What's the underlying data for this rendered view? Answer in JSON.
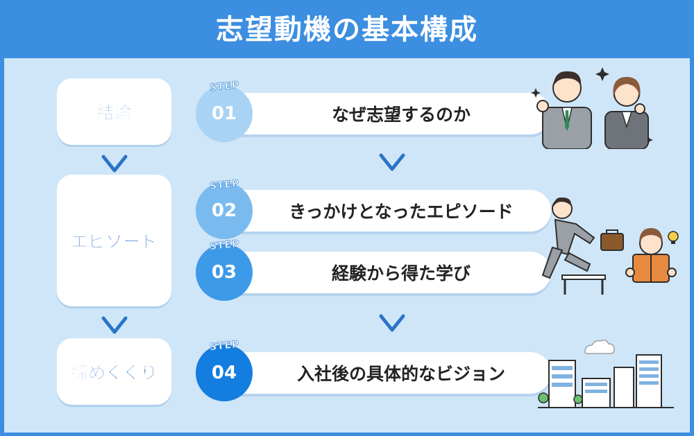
{
  "title": "志望動機の基本構成",
  "labels": {
    "conclusion": "結論",
    "episode": "エピソード",
    "closing": "締めくくり"
  },
  "steps": [
    {
      "tag": "STEP",
      "number": "01",
      "text": "なぜ志望するのか",
      "color": "#a8d3f5"
    },
    {
      "tag": "STEP",
      "number": "02",
      "text": "きっかけとなったエピソード",
      "color": "#79bbef"
    },
    {
      "tag": "STEP",
      "number": "03",
      "text": "経験から得た学び",
      "color": "#3d9ae8"
    },
    {
      "tag": "STEP",
      "number": "04",
      "text": "入社後の具体的なビジョン",
      "color": "#137de0"
    }
  ],
  "colors": {
    "background": "#3b8ee0",
    "panel": "#cfe6f8",
    "arrow": "#2a74c9",
    "label_text": "#2a74c9",
    "highlight": "#f3b8c4"
  },
  "icons": [
    "arrow-down-icon",
    "business-people-illustration",
    "running-businessman-illustration",
    "reading-student-illustration",
    "city-buildings-illustration",
    "sparkle-icon",
    "cloud-icon",
    "lightbulb-icon"
  ]
}
